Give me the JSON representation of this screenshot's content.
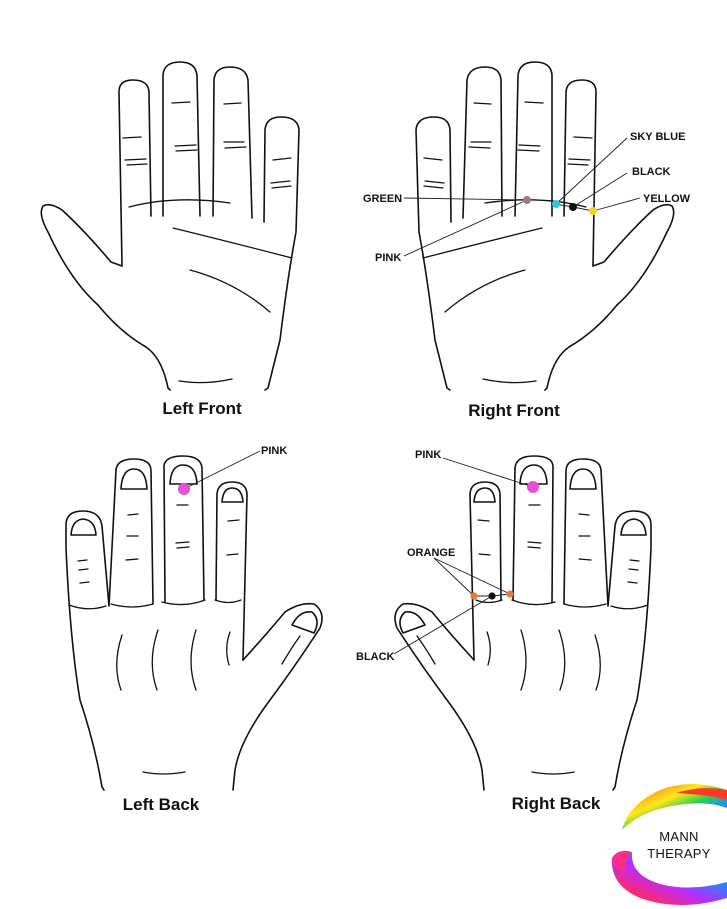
{
  "captions": {
    "left_front": "Left Front",
    "right_front": "Right Front",
    "left_back": "Left Back",
    "right_back": "Right Back"
  },
  "labels": {
    "right_front": {
      "green": "GREEN",
      "pink": "PINK",
      "sky_blue": "SKY BLUE",
      "black": "BLACK",
      "yellow": "YELLOW"
    },
    "left_back": {
      "pink": "PINK"
    },
    "right_back": {
      "pink": "PINK",
      "orange": "ORANGE",
      "black": "BLACK"
    }
  },
  "dot_colors": {
    "green": "#9a7a86",
    "sky_blue": "#29c8e8",
    "black": "#111111",
    "yellow": "#f2d61b",
    "pink": "#e64fd8",
    "orange": "#e87a2c"
  },
  "logo": {
    "line1": "MANN",
    "line2": "THERAPY"
  }
}
